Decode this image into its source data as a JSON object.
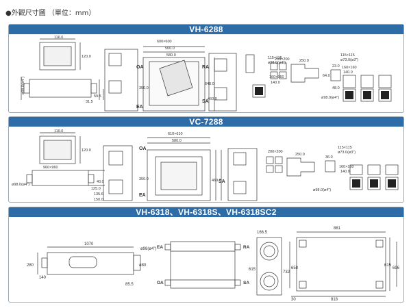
{
  "heading": "●外觀尺寸圖 （單位：mm）",
  "panels": [
    {
      "title": "VH-6288",
      "labels": {
        "w116": "116.0",
        "h120": "120.0",
        "d59": "59.5",
        "d31": "31.5",
        "dia": "ø98.0(ø4\")",
        "sq": "600×600",
        "w500": "500.0",
        "w580": "580.0",
        "h350": "350.0",
        "h640": "640.0",
        "h460": "460.0",
        "oa": "OA",
        "ea": "EA",
        "ra": "RA",
        "sa": "SA",
        "g115": "115×115",
        "g98": "ø98.0(ø4\")",
        "g160": "160×160",
        "g140": "140.0",
        "g200": "200×200",
        "g250": "250.0",
        "g73": "ø73.0(ø3\")",
        "g160b": "160×160",
        "g140b": "140.0",
        "g64": "64.0",
        "g98b": "ø98.0(ø4\")",
        "g48": "48.0",
        "g23": "23.0"
      }
    },
    {
      "title": "VC-7288",
      "labels": {
        "w116": "116.0",
        "h120": "120.0",
        "sq960": "960×960",
        "dia": "ø98.0(ø4\")",
        "d125": "125.0",
        "d135": "135.6",
        "d150": "150.0",
        "d40": "40.0",
        "oa": "OA",
        "ea": "EA",
        "sa": "SA",
        "sq610": "610×610",
        "w580": "580.0",
        "h350": "350.0",
        "h460": "460.0",
        "g200": "200×200",
        "g250": "250.0",
        "g115": "115×115",
        "g73": "ø73.0(ø3\")",
        "g160": "160×160",
        "g140": "140.0",
        "g98": "ø98.0(ø4\")",
        "g36": "36.0"
      }
    },
    {
      "title": "VH-6318、VH-6318S、VH-6318SC2",
      "labels": {
        "w1070": "1070",
        "h280": "280",
        "h140": "140",
        "dia": "ø98(ø4\")",
        "d85": "85.5",
        "d80": "ø80",
        "ea": "EA",
        "oa": "OA",
        "ra": "RA",
        "sa": "SA",
        "d166": "166.5",
        "d615": "615",
        "w881": "881",
        "h732": "732",
        "h658": "658",
        "h615b": "615",
        "h696": "696",
        "w30": "30",
        "w818": "818"
      }
    }
  ]
}
